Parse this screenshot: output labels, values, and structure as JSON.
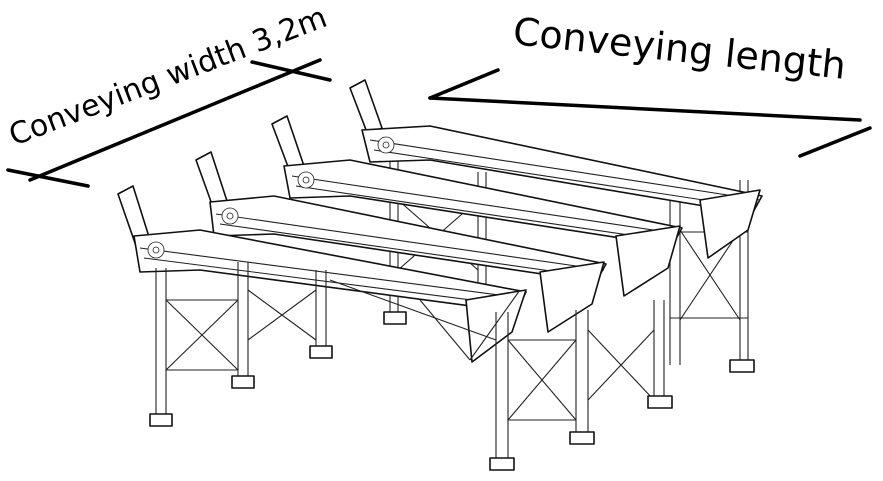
{
  "labels": {
    "width_label": "Conveying width 3,2m",
    "length_label": "Conveying length"
  },
  "colors": {
    "ink": "#000000",
    "paper": "#ffffff"
  },
  "conveyor_count": 4
}
